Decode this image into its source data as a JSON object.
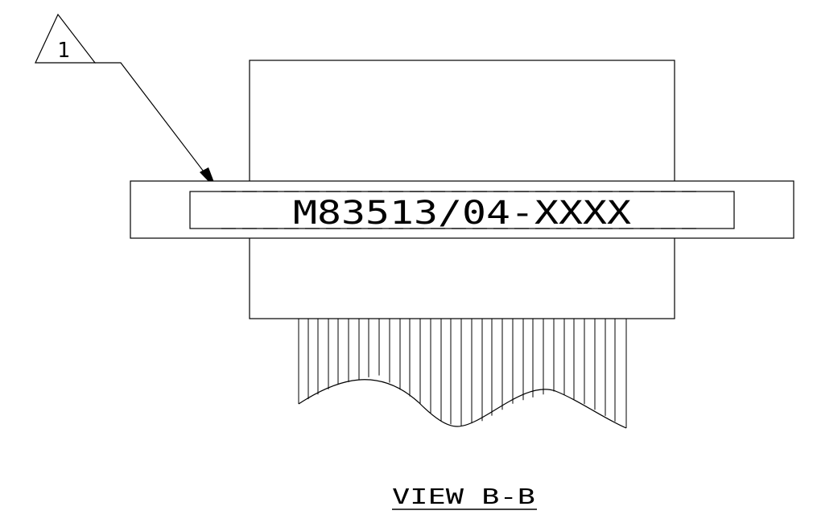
{
  "callout": {
    "number": "1"
  },
  "part_marking": {
    "text": "M83513/04-XXXX"
  },
  "view": {
    "title": "VIEW B-B"
  }
}
